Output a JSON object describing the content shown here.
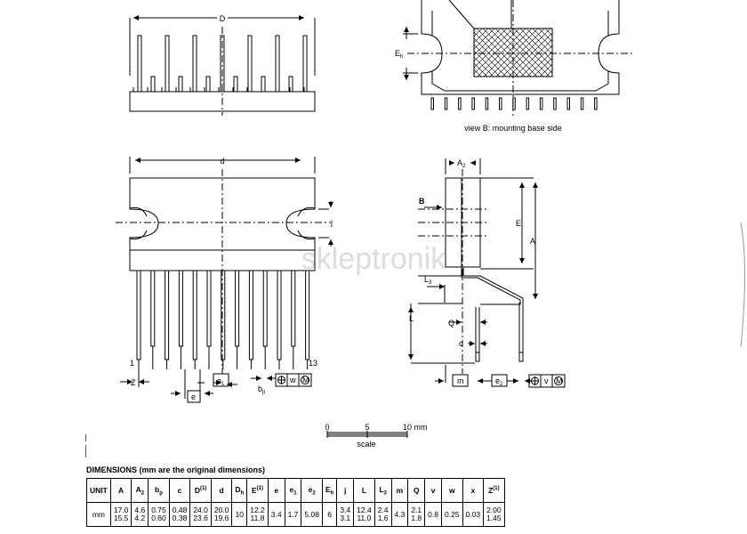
{
  "labels": {
    "D": "D",
    "Eh": "E",
    "Eh_sub": "h",
    "view_b": "view B: mounting base side",
    "d": "d",
    "j": "j",
    "A2": "A",
    "A2_sub": "2",
    "B": "B",
    "E": "E",
    "A": "A",
    "L3": "L",
    "L3_sub": "3",
    "L": "L",
    "Q": "Q",
    "c": "c",
    "pin1": "1",
    "pin13": "13",
    "Z": "Z",
    "e1": "e",
    "e1_sub": "1",
    "bp": "b",
    "bp_sub": "p",
    "w": "w",
    "e": "e",
    "m": "m",
    "e2": "e",
    "e2_sub": "2",
    "v": "v",
    "M": "M"
  },
  "scale": {
    "ticks": [
      "0",
      "5",
      "10 mm"
    ],
    "label": "scale"
  },
  "watermark": "skleptronik",
  "dimensions": {
    "title": "DIMENSIONS (mm are the original dimensions)",
    "headers": [
      {
        "t": "UNIT"
      },
      {
        "t": "A"
      },
      {
        "t": "A",
        "sub": "2"
      },
      {
        "t": "b",
        "sub": "p"
      },
      {
        "t": "c"
      },
      {
        "t": "D",
        "sup": "(1)"
      },
      {
        "t": "d"
      },
      {
        "t": "D",
        "sub": "h"
      },
      {
        "t": "E",
        "sup": "(1)"
      },
      {
        "t": "e"
      },
      {
        "t": "e",
        "sub": "1"
      },
      {
        "t": "e",
        "sub": "2"
      },
      {
        "t": "E",
        "sub": "h"
      },
      {
        "t": "j"
      },
      {
        "t": "L"
      },
      {
        "t": "L",
        "sub": "3"
      },
      {
        "t": "m"
      },
      {
        "t": "Q"
      },
      {
        "t": "v"
      },
      {
        "t": "w"
      },
      {
        "t": "x"
      },
      {
        "t": "Z",
        "sup": "(1)"
      }
    ],
    "row": [
      [
        "mm"
      ],
      [
        "17.0",
        "15.5"
      ],
      [
        "4.6",
        "4.2"
      ],
      [
        "0.75",
        "0.60"
      ],
      [
        "0.48",
        "0.38"
      ],
      [
        "24.0",
        "23.6"
      ],
      [
        "20.0",
        "19.6"
      ],
      [
        "10"
      ],
      [
        "12.2",
        "11.8"
      ],
      [
        "3.4"
      ],
      [
        "1.7"
      ],
      [
        "5.08"
      ],
      [
        "6"
      ],
      [
        "3.4",
        "3.1"
      ],
      [
        "12.4",
        "11.0"
      ],
      [
        "2.4",
        "1.6"
      ],
      [
        "4.3"
      ],
      [
        "2.1",
        "1.8"
      ],
      [
        "0.8"
      ],
      [
        "0.25"
      ],
      [
        "0.03"
      ],
      [
        "2.00",
        "1.45"
      ]
    ]
  },
  "colors": {
    "ink": "#000000",
    "watermark": "#dddddd",
    "edge": "#888888"
  }
}
